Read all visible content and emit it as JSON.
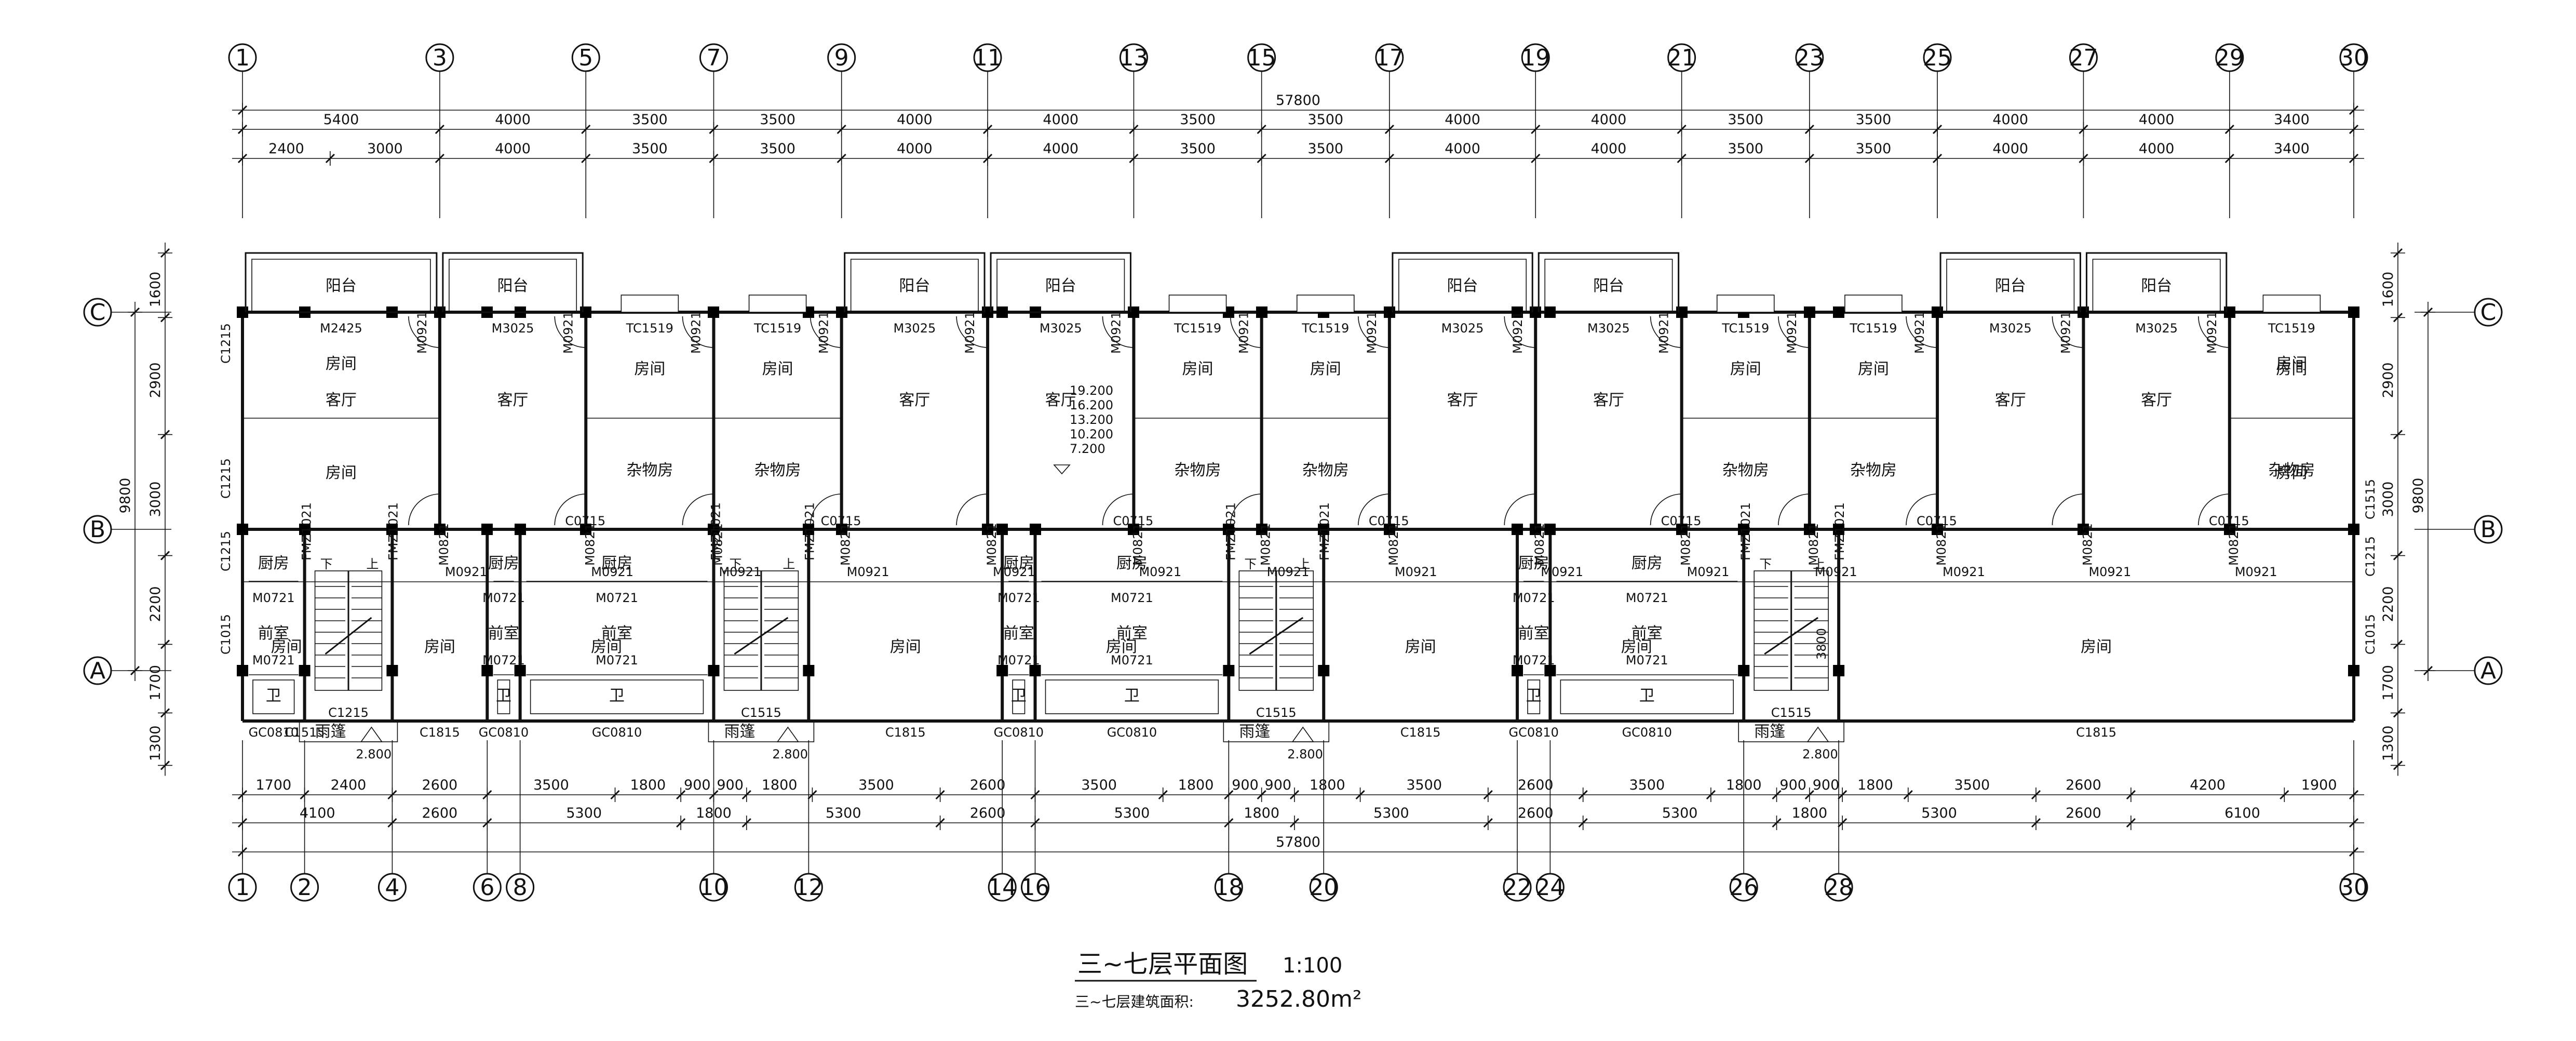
{
  "title": "三~七层平面图",
  "scale": "1:100",
  "area_label": "三~七层建筑面积:",
  "area_value": "3252.80m²",
  "top_axes": [
    "1",
    "3",
    "5",
    "7",
    "9",
    "11",
    "13",
    "15",
    "17",
    "19",
    "21",
    "23",
    "25",
    "27",
    "29",
    "30"
  ],
  "bottom_axes": [
    "1",
    "2",
    "4",
    "6",
    "8",
    "10",
    "12",
    "14",
    "16",
    "18",
    "20",
    "22",
    "24",
    "26",
    "28",
    "30"
  ],
  "side_axes": [
    "C",
    "B",
    "A"
  ],
  "total_dim": "57800",
  "top_dims_1": [
    "5400",
    "4000",
    "3500",
    "3500",
    "4000",
    "4000",
    "3500",
    "3500",
    "4000",
    "4000",
    "3500",
    "3500",
    "4000",
    "4000",
    "3400"
  ],
  "top_dims_2": [
    "2400",
    "3000",
    "4000",
    "3500",
    "3500",
    "4000",
    "4000",
    "3500",
    "3500",
    "4000",
    "4000",
    "3500",
    "3500",
    "4000",
    "4000",
    "3400"
  ],
  "bottom_dims_1": [
    "1700",
    "2400",
    "2600",
    "3500",
    "1800",
    "900",
    "900",
    "1800",
    "3500",
    "2600",
    "3500",
    "1800",
    "900",
    "900",
    "1800",
    "3500",
    "2600",
    "3500",
    "1800",
    "900",
    "900",
    "1800",
    "3500",
    "2600",
    "4200",
    "1900"
  ],
  "bottom_dims_2": [
    "4100",
    "2600",
    "5300",
    "1800",
    "5300",
    "2600",
    "5300",
    "1800",
    "5300",
    "2600",
    "5300",
    "1800",
    "5300",
    "2600",
    "6100"
  ],
  "left_dims_1": [
    "1600",
    "2900",
    "3000",
    "2200",
    "1700",
    "1300"
  ],
  "left_dims_total": "9800",
  "right_dims_1": [
    "1600",
    "2900",
    "3000",
    "2200",
    "1700",
    "1300"
  ],
  "right_dims_total": "9800",
  "rooms": {
    "balcony": "阳台",
    "living": "客厅",
    "bedroom": "房间",
    "storage": "杂物房",
    "kitchen": "厨房",
    "vestibule": "前室",
    "wc": "卫",
    "canopy": "雨篷"
  },
  "elevations": [
    "19.200",
    "16.200",
    "13.200",
    "10.200",
    "7.200"
  ],
  "canopy_elev": "2.800",
  "stair_down": "下",
  "stair_up": "上",
  "extra_dim": "3800",
  "codes": {
    "m2425": "M2425",
    "m3025": "M3025",
    "m0921": "M0921",
    "tc1519": "TC1519",
    "c1215": "C1215",
    "c1515": "C1515",
    "c1015": "C1015",
    "c0715": "C0715",
    "m0821": "M0821",
    "m0721": "M0721",
    "fmz": "FMZ1021",
    "gc0810": "GC0810",
    "c1815": "C1815"
  }
}
